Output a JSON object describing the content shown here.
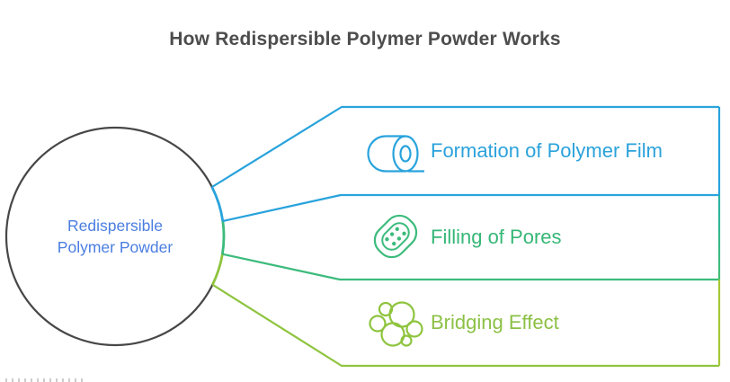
{
  "title": "How Redispersible Polymer Powder Works",
  "center": {
    "line1": "Redispersible",
    "line2": "Polymer Powder"
  },
  "branches": [
    {
      "label": "Formation of Polymer Film",
      "icon": "film-roll-icon"
    },
    {
      "label": "Filling of Pores",
      "icon": "porous-blob-icon"
    },
    {
      "label": "Bridging Effect",
      "icon": "bubble-cluster-icon"
    }
  ],
  "colors": {
    "title_text": "#4d4d4d",
    "circle_outline": "#474747",
    "circle_text": "#4a7ee0",
    "blue": "#29a3dc",
    "green": "#3cbb7c",
    "teal_top": "#2bb2a8",
    "teal_bottom": "#45be74",
    "olive": "#8ec43e",
    "olive_vertical": "#a5c837",
    "text_blue": "#2ba2db",
    "text_green": "#36b777",
    "text_olive": "#8cc045",
    "watermark_gray": "#9a9a9a"
  }
}
